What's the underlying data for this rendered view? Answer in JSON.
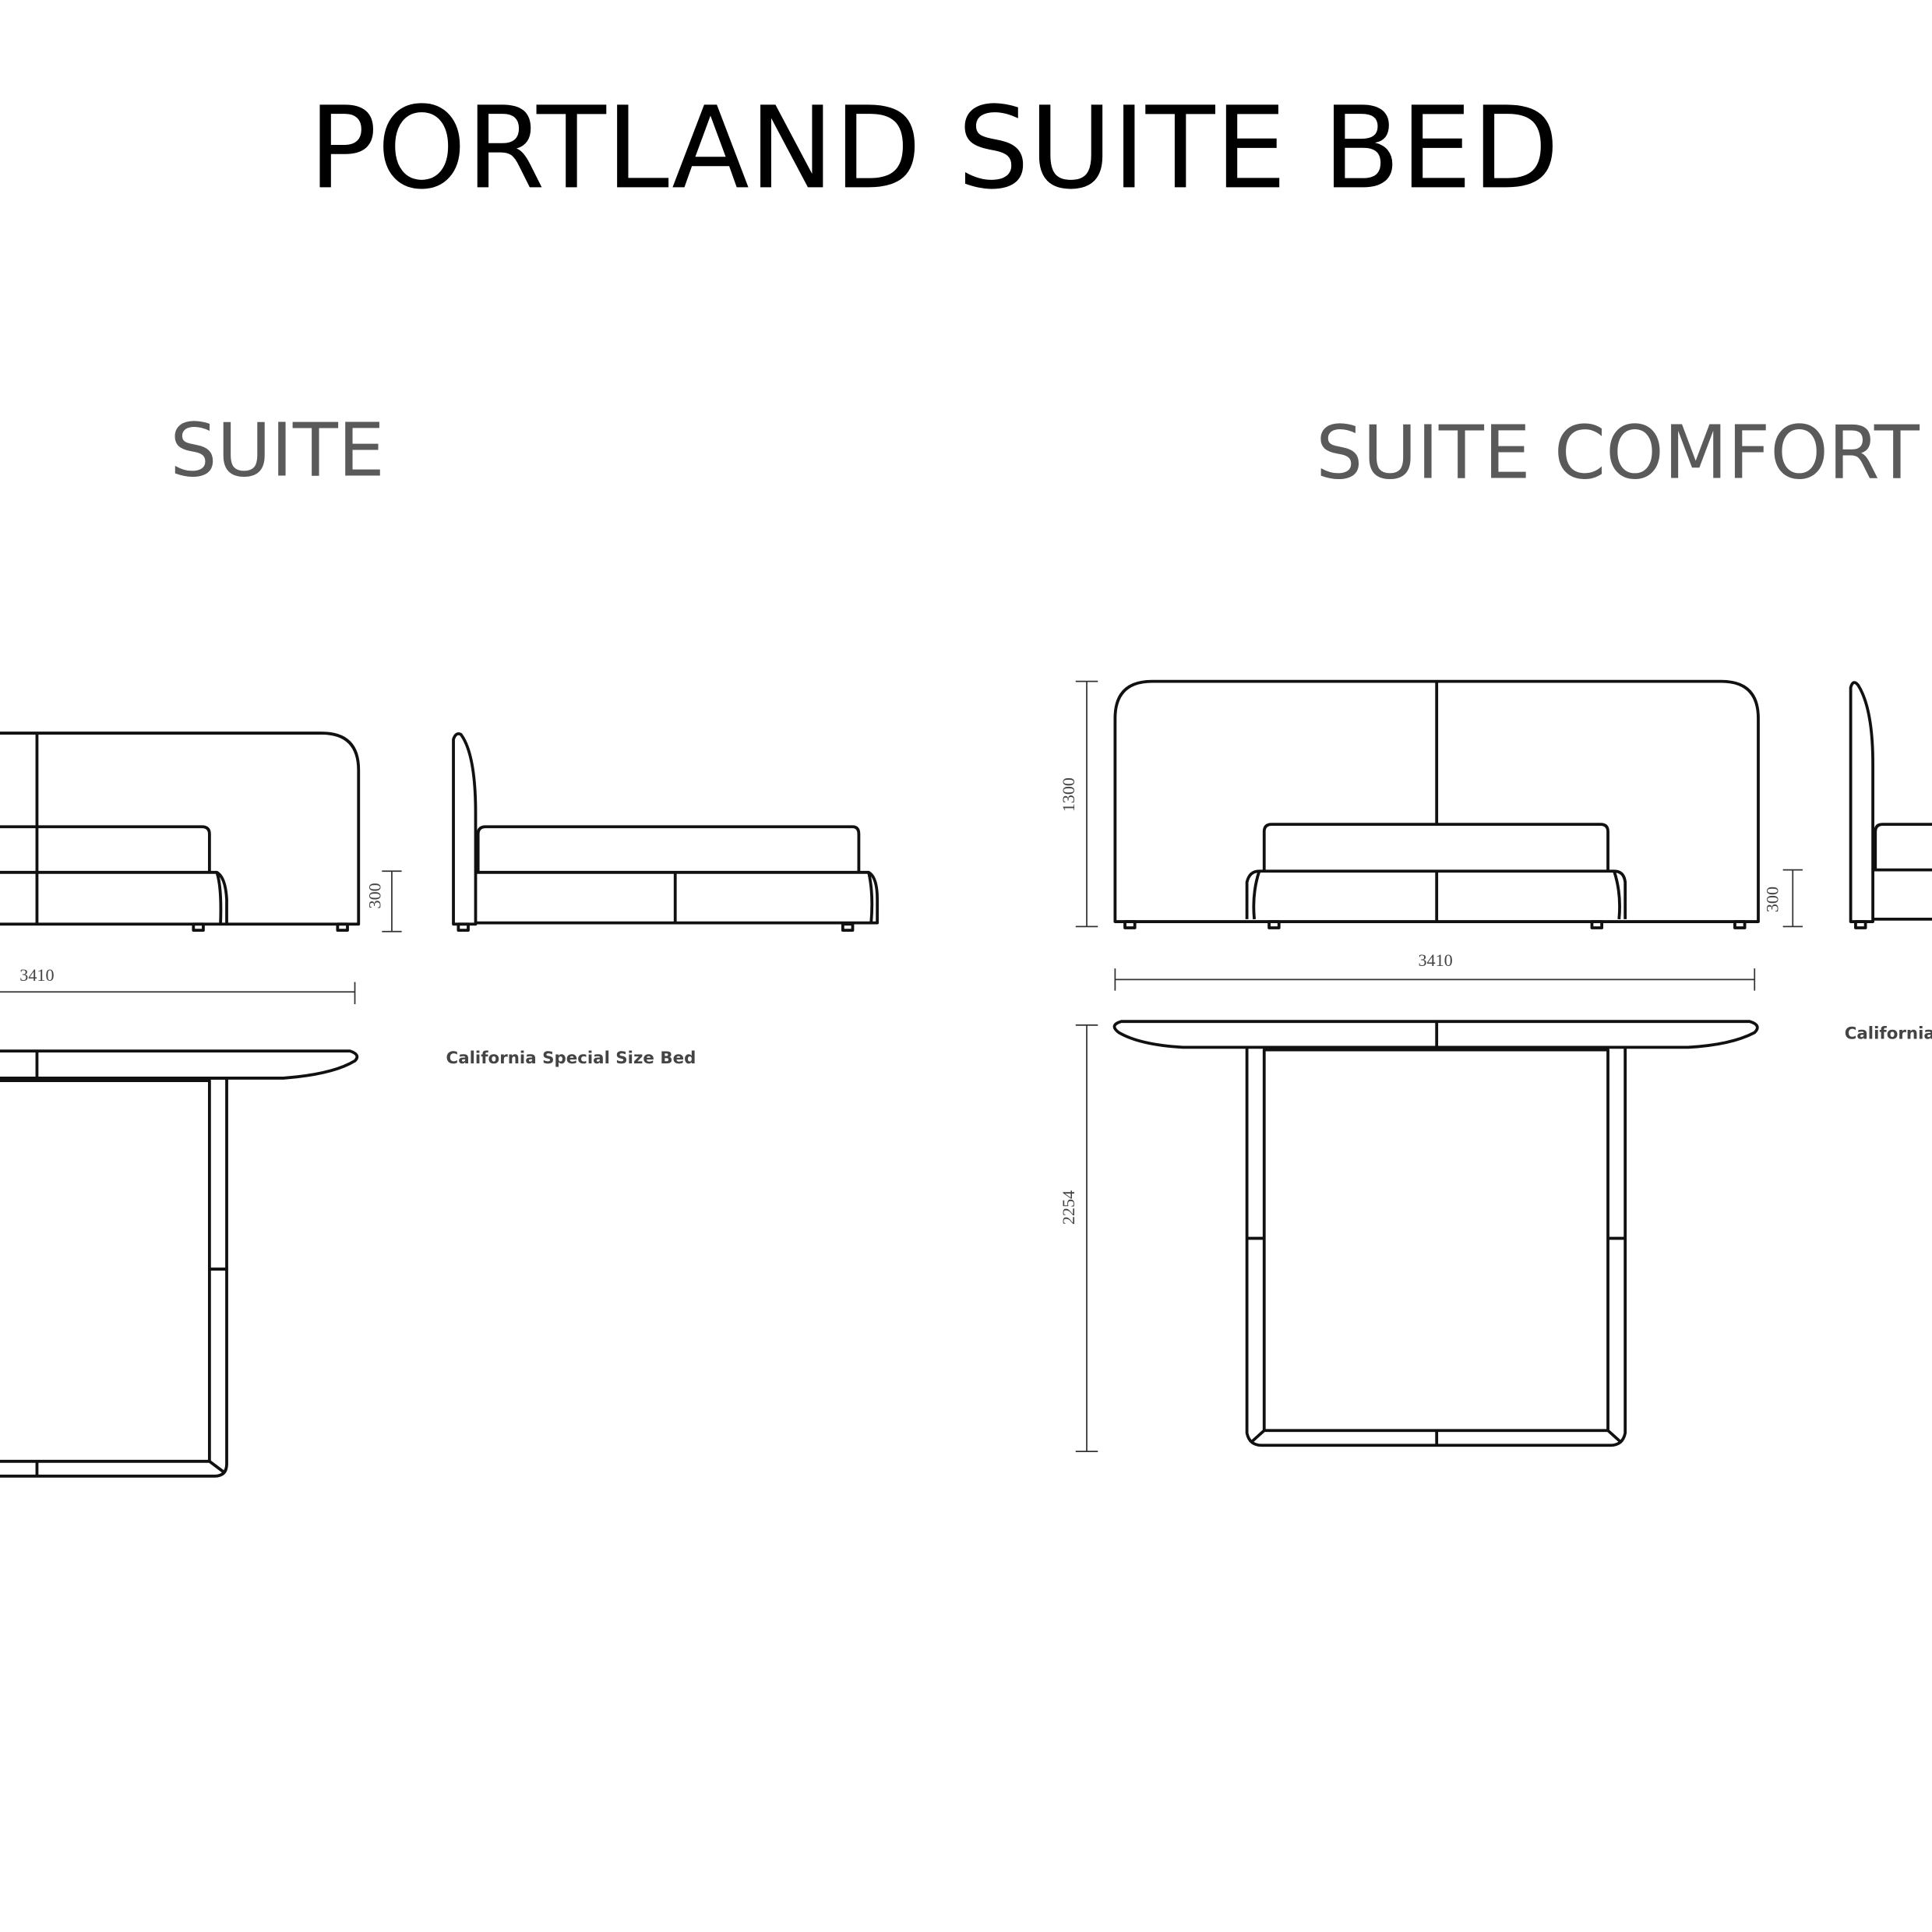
{
  "title": "PORTLAND SUITE BED",
  "models": [
    {
      "name": "SUITE",
      "dimensions": {
        "width": "3410",
        "base_height": "300"
      },
      "note": "California Special Size Bed"
    },
    {
      "name": "SUITE COMFORT",
      "dimensions": {
        "width": "3410",
        "height": "1300",
        "base_height": "300",
        "length": "2254"
      },
      "note": "California"
    }
  ],
  "colors": {
    "line": "#111111",
    "subtitle": "#5a5a5a",
    "background": "#ffffff"
  }
}
